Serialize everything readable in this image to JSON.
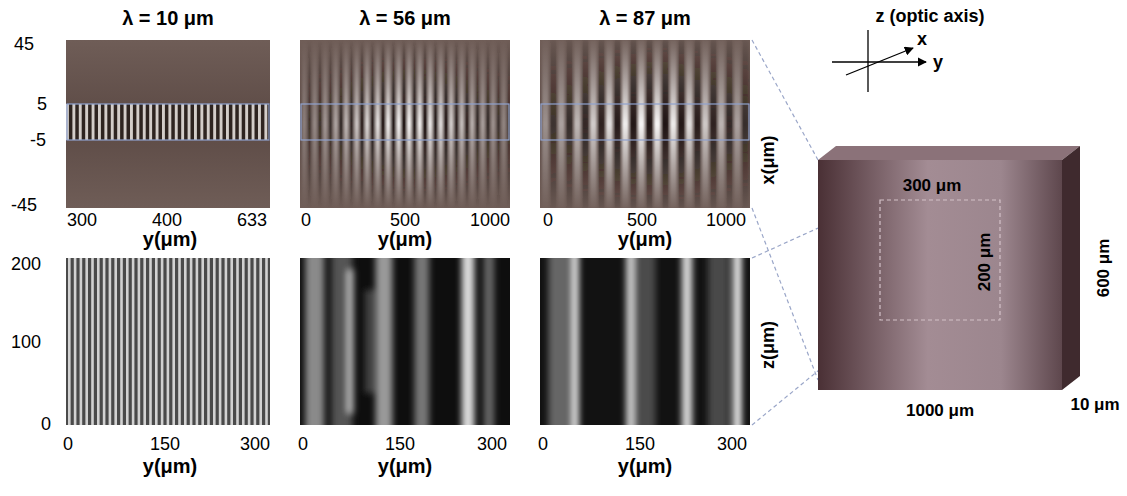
{
  "diagram": {
    "labels": [
      "λ = 10 μm",
      "λ = 56 μm",
      "λ = 87 μm",
      "z (optic axis)",
      "x",
      "y",
      "45",
      "5",
      "-5",
      "-45",
      "300",
      "400",
      "633",
      "y(μm)",
      "0",
      "500",
      "1000",
      "y(μm)",
      "0",
      "500",
      "1000",
      "y(μm)",
      "x(μm)",
      "300 μm",
      "200 μm",
      "600 μm",
      "10 μm",
      "1000 μm",
      "200",
      "100",
      "0",
      "0",
      "150",
      "300",
      "y(μm)",
      "0",
      "150",
      "300",
      "y(μm)",
      "0",
      "150",
      "300",
      "y(μm)",
      "z(μm)"
    ]
  }
}
